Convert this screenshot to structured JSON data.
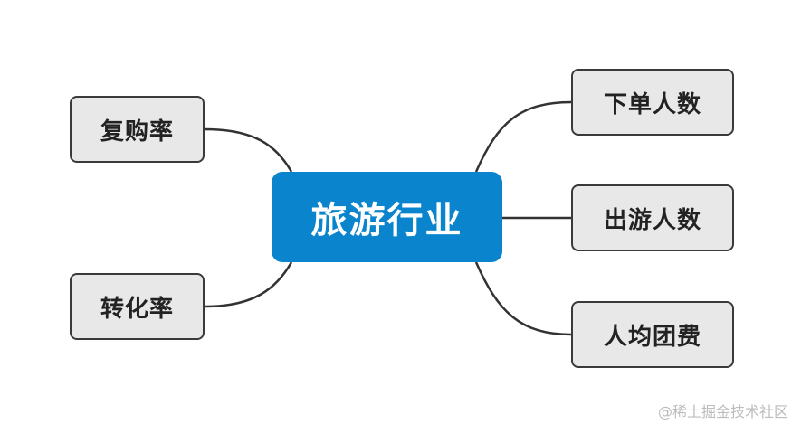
{
  "diagram": {
    "center": {
      "label": "旅游行业"
    },
    "branches": {
      "repurchase": "复购率",
      "conversion": "转化率",
      "orders": "下单人数",
      "travelers": "出游人数",
      "avg_cost": "人均团费"
    }
  },
  "watermark": "@稀土掘金技术社区",
  "colors": {
    "center_fill": "#0a84cc",
    "node_fill": "#e8e8e8",
    "node_border": "#3a3a3a",
    "connector": "#333333"
  }
}
